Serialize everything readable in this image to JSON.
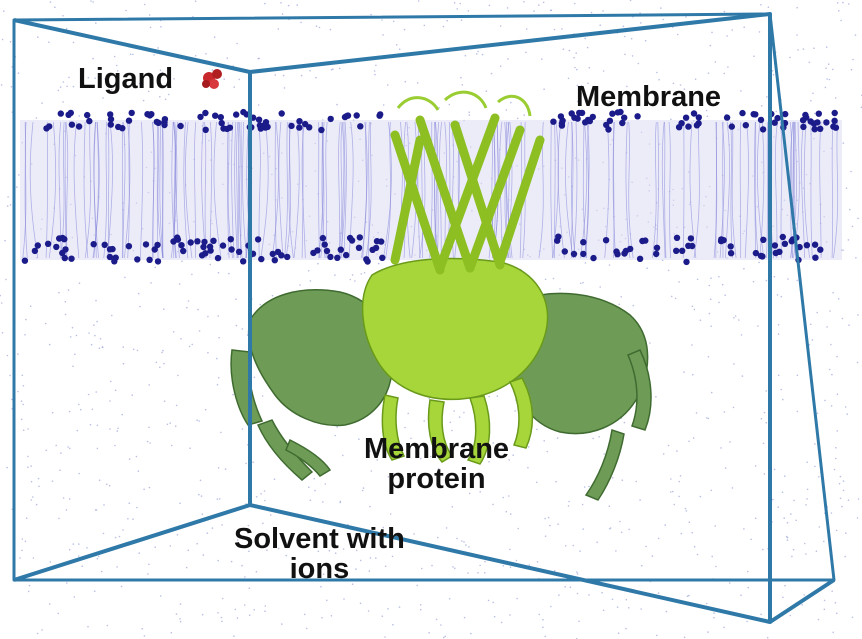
{
  "labels": {
    "ligand": "Ligand",
    "membrane": "Membrane",
    "protein_line1": "Membrane",
    "protein_line2": "protein",
    "solvent_line1": "Solvent with",
    "solvent_line2": "ions"
  },
  "colors": {
    "box_edge": "#2f79a8",
    "solvent_dots": "#9aa4d6",
    "lipid_tails": "#7f7fd8",
    "lipid_heads": "#1b1b8a",
    "protein_light": "#9acd32",
    "protein_dark": "#5e8f47",
    "ligand": "#c8272b"
  }
}
